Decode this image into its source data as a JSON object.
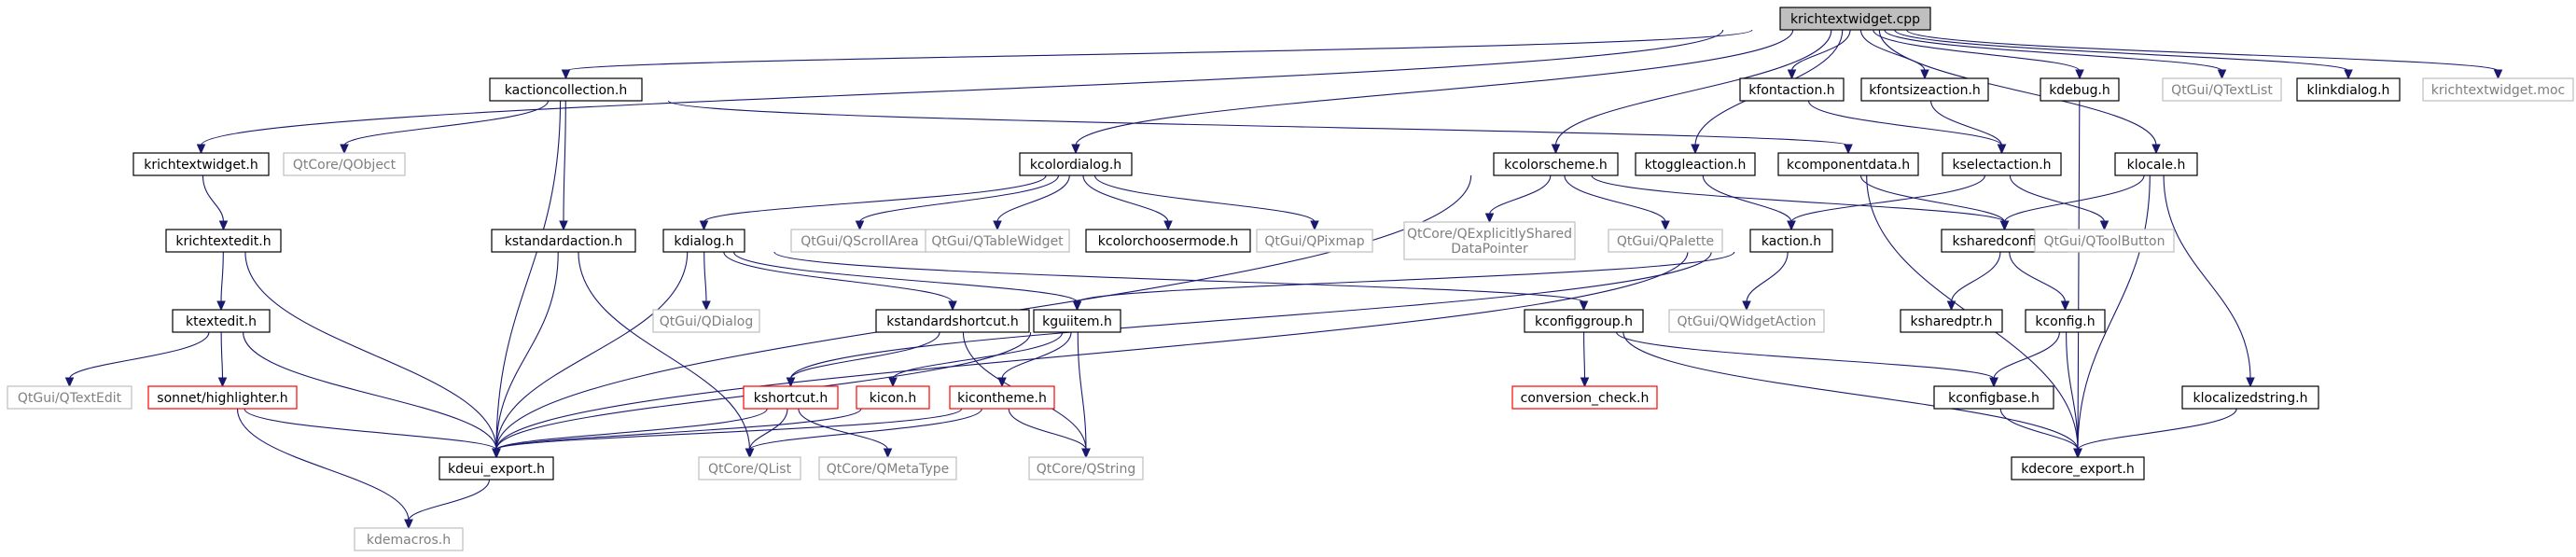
{
  "diagram": {
    "nodes": [
      {
        "id": "krichtextwidget_cpp",
        "lines": [
          "krichtextwidget.cpp"
        ],
        "style": "root"
      },
      {
        "id": "kactioncollection_h",
        "lines": [
          "kactioncollection.h"
        ],
        "style": "normal"
      },
      {
        "id": "kfontaction_h",
        "lines": [
          "kfontaction.h"
        ],
        "style": "normal"
      },
      {
        "id": "kfontsizeaction_h",
        "lines": [
          "kfontsizeaction.h"
        ],
        "style": "normal"
      },
      {
        "id": "kdebug_h",
        "lines": [
          "kdebug.h"
        ],
        "style": "normal"
      },
      {
        "id": "qtextlist",
        "lines": [
          "QtGui/QTextList"
        ],
        "style": "external"
      },
      {
        "id": "klinkdialog_h",
        "lines": [
          "klinkdialog.h"
        ],
        "style": "normal"
      },
      {
        "id": "krichtextwidget_moc",
        "lines": [
          "krichtextwidget.moc"
        ],
        "style": "external"
      },
      {
        "id": "krichtextwidget_h",
        "lines": [
          "krichtextwidget.h"
        ],
        "style": "normal"
      },
      {
        "id": "qobject",
        "lines": [
          "QtCore/QObject"
        ],
        "style": "external"
      },
      {
        "id": "kcolordialog_h",
        "lines": [
          "kcolordialog.h"
        ],
        "style": "normal"
      },
      {
        "id": "kcolorscheme_h",
        "lines": [
          "kcolorscheme.h"
        ],
        "style": "normal"
      },
      {
        "id": "ktoggleaction_h",
        "lines": [
          "ktoggleaction.h"
        ],
        "style": "normal"
      },
      {
        "id": "kcomponentdata_h",
        "lines": [
          "kcomponentdata.h"
        ],
        "style": "normal"
      },
      {
        "id": "kselectaction_h",
        "lines": [
          "kselectaction.h"
        ],
        "style": "normal"
      },
      {
        "id": "klocale_h",
        "lines": [
          "klocale.h"
        ],
        "style": "normal"
      },
      {
        "id": "krichtextedit_h",
        "lines": [
          "krichtextedit.h"
        ],
        "style": "normal"
      },
      {
        "id": "kstandardaction_h",
        "lines": [
          "kstandardaction.h"
        ],
        "style": "normal"
      },
      {
        "id": "kdialog_h",
        "lines": [
          "kdialog.h"
        ],
        "style": "normal"
      },
      {
        "id": "qscrollarea",
        "lines": [
          "QtGui/QScrollArea"
        ],
        "style": "external"
      },
      {
        "id": "qtablewidget",
        "lines": [
          "QtGui/QTableWidget"
        ],
        "style": "external"
      },
      {
        "id": "kcolorchoosermode_h",
        "lines": [
          "kcolorchoosermode.h"
        ],
        "style": "normal"
      },
      {
        "id": "qpixmap",
        "lines": [
          "QtGui/QPixmap"
        ],
        "style": "external"
      },
      {
        "id": "qexplicitlyshared",
        "lines": [
          "QtCore/QExplicitlyShared",
          "DataPointer"
        ],
        "style": "external"
      },
      {
        "id": "qpalette",
        "lines": [
          "QtGui/QPalette"
        ],
        "style": "external"
      },
      {
        "id": "kaction_h",
        "lines": [
          "kaction.h"
        ],
        "style": "normal"
      },
      {
        "id": "ksharedconfig_h",
        "lines": [
          "ksharedconfig.h"
        ],
        "style": "normal"
      },
      {
        "id": "qtoolbutton",
        "lines": [
          "QtGui/QToolButton"
        ],
        "style": "external"
      },
      {
        "id": "ktextedit_h",
        "lines": [
          "ktextedit.h"
        ],
        "style": "normal"
      },
      {
        "id": "qdialog",
        "lines": [
          "QtGui/QDialog"
        ],
        "style": "external"
      },
      {
        "id": "kstandardshortcut_h",
        "lines": [
          "kstandardshortcut.h"
        ],
        "style": "normal"
      },
      {
        "id": "kguiitem_h",
        "lines": [
          "kguiitem.h"
        ],
        "style": "normal"
      },
      {
        "id": "qwidgetaction",
        "lines": [
          "QtGui/QWidgetAction"
        ],
        "style": "external"
      },
      {
        "id": "kconfiggroup_h",
        "lines": [
          "kconfiggroup.h"
        ],
        "style": "normal"
      },
      {
        "id": "ksharedptr_h",
        "lines": [
          "ksharedptr.h"
        ],
        "style": "normal"
      },
      {
        "id": "kconfig_h",
        "lines": [
          "kconfig.h"
        ],
        "style": "normal"
      },
      {
        "id": "qtextedit",
        "lines": [
          "QtGui/QTextEdit"
        ],
        "style": "external"
      },
      {
        "id": "sonnet_highlighter_h",
        "lines": [
          "sonnet/highlighter.h"
        ],
        "style": "red"
      },
      {
        "id": "kshortcut_h",
        "lines": [
          "kshortcut.h"
        ],
        "style": "red"
      },
      {
        "id": "kicon_h",
        "lines": [
          "kicon.h"
        ],
        "style": "red"
      },
      {
        "id": "kicontheme_h",
        "lines": [
          "kicontheme.h"
        ],
        "style": "red"
      },
      {
        "id": "conversion_check_h",
        "lines": [
          "conversion_check.h"
        ],
        "style": "red"
      },
      {
        "id": "kconfigbase_h",
        "lines": [
          "kconfigbase.h"
        ],
        "style": "normal"
      },
      {
        "id": "klocalizedstring_h",
        "lines": [
          "klocalizedstring.h"
        ],
        "style": "normal"
      },
      {
        "id": "kdeui_export_h",
        "lines": [
          "kdeui_export.h"
        ],
        "style": "normal"
      },
      {
        "id": "qlist",
        "lines": [
          "QtCore/QList"
        ],
        "style": "external"
      },
      {
        "id": "qmetatype",
        "lines": [
          "QtCore/QMetaType"
        ],
        "style": "external"
      },
      {
        "id": "qstring",
        "lines": [
          "QtCore/QString"
        ],
        "style": "external"
      },
      {
        "id": "kdecore_export_h",
        "lines": [
          "kdecore_export.h"
        ],
        "style": "normal"
      },
      {
        "id": "kdemacros_h",
        "lines": [
          "kdemacros.h"
        ],
        "style": "external"
      }
    ],
    "edges": [
      [
        "krichtextwidget_cpp",
        "krichtextwidget_h"
      ],
      [
        "krichtextwidget_cpp",
        "kactioncollection_h"
      ],
      [
        "krichtextwidget_cpp",
        "kcolordialog_h"
      ],
      [
        "krichtextwidget_cpp",
        "kcolorscheme_h"
      ],
      [
        "krichtextwidget_cpp",
        "ktoggleaction_h"
      ],
      [
        "krichtextwidget_cpp",
        "kfontaction_h"
      ],
      [
        "krichtextwidget_cpp",
        "kfontsizeaction_h"
      ],
      [
        "krichtextwidget_cpp",
        "kdebug_h"
      ],
      [
        "krichtextwidget_cpp",
        "klocale_h"
      ],
      [
        "krichtextwidget_cpp",
        "qtextlist"
      ],
      [
        "krichtextwidget_cpp",
        "klinkdialog_h"
      ],
      [
        "krichtextwidget_cpp",
        "krichtextwidget_moc"
      ],
      [
        "krichtextwidget_h",
        "krichtextedit_h"
      ],
      [
        "kactioncollection_h",
        "kdeui_export_h"
      ],
      [
        "kactioncollection_h",
        "kstandardaction_h"
      ],
      [
        "kactioncollection_h",
        "kcomponentdata_h"
      ],
      [
        "kactioncollection_h",
        "qobject"
      ],
      [
        "kfontaction_h",
        "kselectaction_h"
      ],
      [
        "kfontsizeaction_h",
        "kselectaction_h"
      ],
      [
        "kdebug_h",
        "kdecore_export_h"
      ],
      [
        "klocale_h",
        "ksharedconfig_h"
      ],
      [
        "klocale_h",
        "kdecore_export_h"
      ],
      [
        "klocale_h",
        "klocalizedstring_h"
      ],
      [
        "kcolordialog_h",
        "kdialog_h"
      ],
      [
        "kcolordialog_h",
        "qscrollarea"
      ],
      [
        "kcolordialog_h",
        "qtablewidget"
      ],
      [
        "kcolordialog_h",
        "kcolorchoosermode_h"
      ],
      [
        "kcolordialog_h",
        "qpixmap"
      ],
      [
        "kcolorscheme_h",
        "kdeui_export_h"
      ],
      [
        "kcolorscheme_h",
        "ksharedconfig_h"
      ],
      [
        "kcolorscheme_h",
        "qexplicitlyshared"
      ],
      [
        "kcolorscheme_h",
        "qpalette"
      ],
      [
        "ktoggleaction_h",
        "kaction_h"
      ],
      [
        "kcomponentdata_h",
        "ksharedconfig_h"
      ],
      [
        "kcomponentdata_h",
        "kdecore_export_h"
      ],
      [
        "kselectaction_h",
        "kaction_h"
      ],
      [
        "kselectaction_h",
        "qtoolbutton"
      ],
      [
        "krichtextedit_h",
        "ktextedit_h"
      ],
      [
        "krichtextedit_h",
        "kdeui_export_h"
      ],
      [
        "kstandardaction_h",
        "kdeui_export_h"
      ],
      [
        "kstandardaction_h",
        "qlist"
      ],
      [
        "kdialog_h",
        "qdialog"
      ],
      [
        "kdialog_h",
        "kdeui_export_h"
      ],
      [
        "kdialog_h",
        "kguiitem_h"
      ],
      [
        "kdialog_h",
        "kstandardshortcut_h"
      ],
      [
        "kdialog_h",
        "kconfiggroup_h"
      ],
      [
        "kaction_h",
        "kguiitem_h"
      ],
      [
        "kaction_h",
        "kshortcut_h"
      ],
      [
        "kaction_h",
        "qwidgetaction"
      ],
      [
        "kaction_h",
        "kdeui_export_h"
      ],
      [
        "ksharedconfig_h",
        "ksharedptr_h"
      ],
      [
        "ksharedconfig_h",
        "kconfig_h"
      ],
      [
        "ktextedit_h",
        "qtextedit"
      ],
      [
        "ktextedit_h",
        "sonnet_highlighter_h"
      ],
      [
        "ktextedit_h",
        "kdeui_export_h"
      ],
      [
        "kstandardshortcut_h",
        "kshortcut_h"
      ],
      [
        "kstandardshortcut_h",
        "qstring"
      ],
      [
        "kguiitem_h",
        "kicon_h"
      ],
      [
        "kguiitem_h",
        "kicontheme_h"
      ],
      [
        "kguiitem_h",
        "qstring"
      ],
      [
        "kguiitem_h",
        "kdeui_export_h"
      ],
      [
        "kconfiggroup_h",
        "conversion_check_h"
      ],
      [
        "kconfiggroup_h",
        "kconfigbase_h"
      ],
      [
        "kconfiggroup_h",
        "kdecore_export_h"
      ],
      [
        "kconfig_h",
        "kconfigbase_h"
      ],
      [
        "kconfig_h",
        "kdecore_export_h"
      ],
      [
        "sonnet_highlighter_h",
        "kdemacros_h"
      ],
      [
        "sonnet_highlighter_h",
        "kdeui_export_h"
      ],
      [
        "kshortcut_h",
        "kdeui_export_h"
      ],
      [
        "kshortcut_h",
        "qlist"
      ],
      [
        "kshortcut_h",
        "qmetatype"
      ],
      [
        "kicon_h",
        "kdeui_export_h"
      ],
      [
        "kicontheme_h",
        "kdeui_export_h"
      ],
      [
        "kicontheme_h",
        "qlist"
      ],
      [
        "kicontheme_h",
        "qstring"
      ],
      [
        "kconfigbase_h",
        "kdecore_export_h"
      ],
      [
        "klocalizedstring_h",
        "kdecore_export_h"
      ],
      [
        "kdeui_export_h",
        "kdemacros_h"
      ]
    ]
  }
}
